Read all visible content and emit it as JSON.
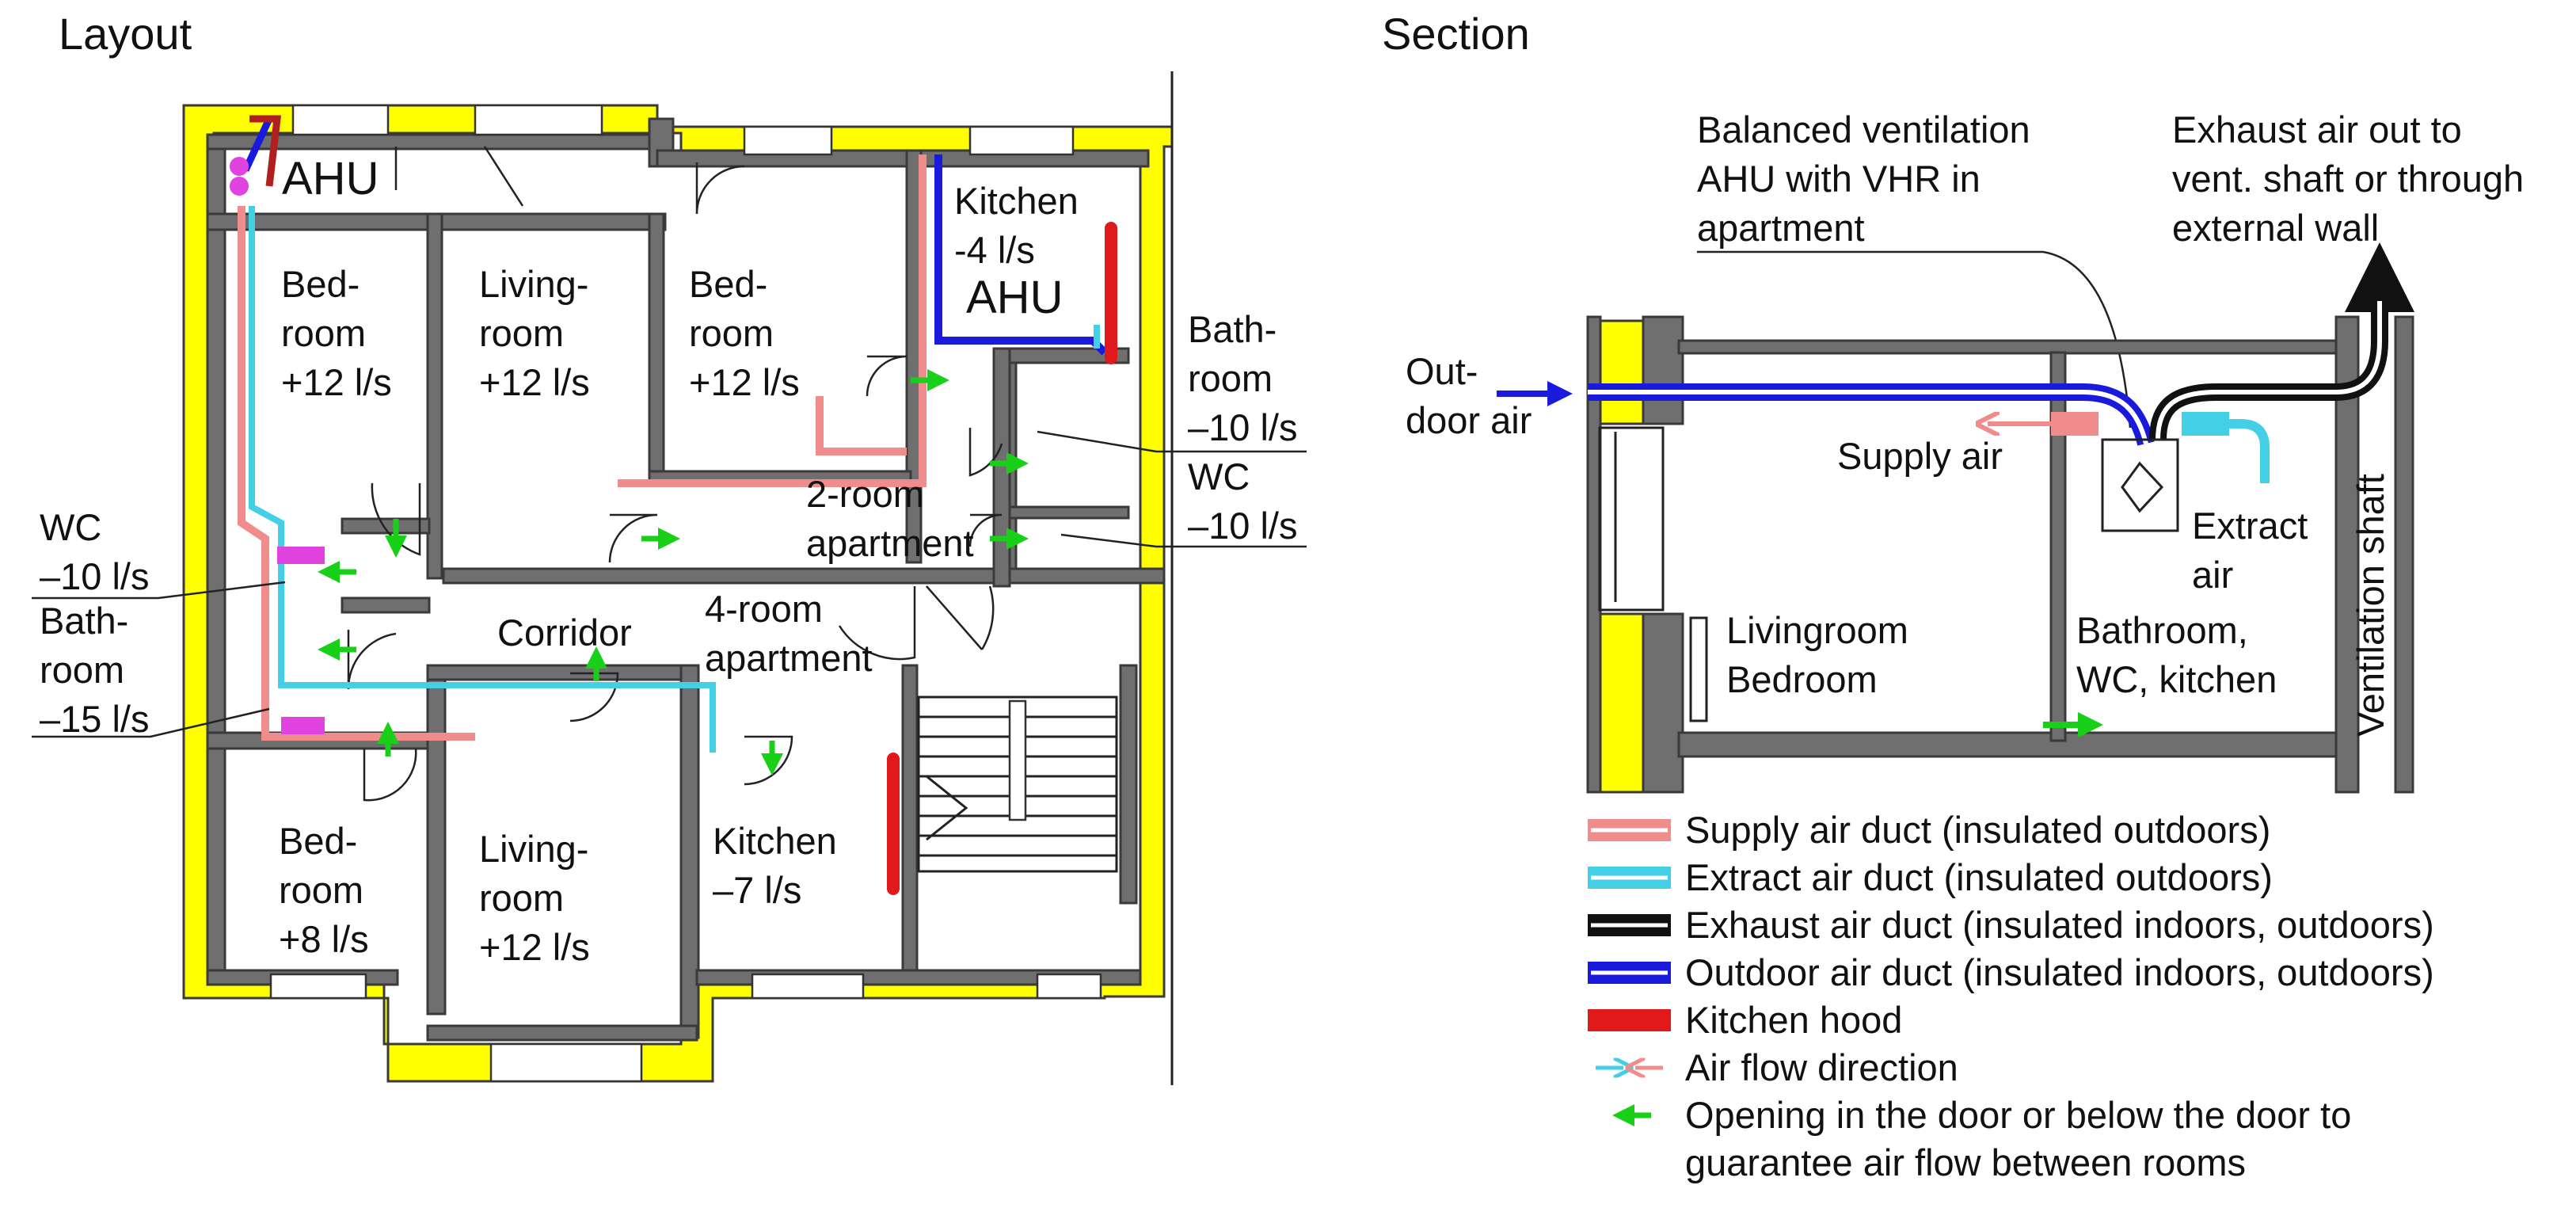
{
  "colors": {
    "supply": "#f08c8c",
    "extract": "#43cfe6",
    "exhaust": "#111111",
    "outdoor": "#1a1adc",
    "hood": "#e01a1a",
    "opening": "#18d018",
    "insulation": "#ffff00",
    "wall": "#6f6f6f",
    "fan": "#e043e0"
  },
  "layout": {
    "title": "Layout",
    "ahu_top": "AHU",
    "ahu_right": "AHU",
    "rooms": {
      "bedroom_top_left": [
        "Bed-",
        "room",
        "+12 l/s"
      ],
      "livingroom_top": [
        "Living-",
        "room",
        "+12 l/s"
      ],
      "bedroom_top_middle": [
        "Bed-",
        "room",
        "+12 l/s"
      ],
      "kitchen_top": [
        "Kitchen",
        "-4 l/s"
      ],
      "bathroom_right": [
        "Bath-",
        "room",
        "–10 l/s"
      ],
      "wc_right": [
        "WC",
        "–10 l/s"
      ],
      "two_room_apartment": [
        "2-room",
        "apartment"
      ],
      "wc_left": [
        "WC",
        "–10 l/s"
      ],
      "bathroom_left": [
        "Bath-",
        "room",
        "–15 l/s"
      ],
      "corridor": [
        "Corridor"
      ],
      "four_room_apartment": [
        "4-room",
        "apartment"
      ],
      "bedroom_bottom": [
        "Bed-",
        "room",
        "+8 l/s"
      ],
      "livingroom_bottom": [
        "Living-",
        "room",
        "+12 l/s"
      ],
      "kitchen_bottom": [
        "Kitchen",
        "–7 l/s"
      ]
    }
  },
  "section": {
    "title": "Section",
    "outdoor_air": [
      "Out-",
      "door air"
    ],
    "ahu_note": [
      "Balanced ventilation",
      "AHU with VHR in",
      "apartment"
    ],
    "exhaust_note": [
      "Exhaust air out to",
      "vent. shaft or through",
      "external wall"
    ],
    "supply_air": "Supply air",
    "extract_air": [
      "Extract",
      "air"
    ],
    "ventilation_shaft": "Ventilation shaft",
    "room_left": [
      "Livingroom",
      "Bedroom"
    ],
    "room_right": [
      "Bathroom,",
      "WC, kitchen"
    ]
  },
  "legend": {
    "items": [
      {
        "key": "supply",
        "label": "Supply air duct (insulated outdoors)"
      },
      {
        "key": "extract",
        "label": "Extract air duct (insulated outdoors)"
      },
      {
        "key": "exhaust",
        "label": "Exhaust air duct (insulated indoors, outdoors)"
      },
      {
        "key": "outdoor",
        "label": "Outdoor air duct (insulated indoors, outdoors)"
      },
      {
        "key": "hood",
        "label": "Kitchen hood"
      }
    ],
    "airflow_label": "Air flow direction",
    "opening_label": [
      "Opening in the door or below the door to",
      "guarantee air flow between rooms"
    ]
  }
}
